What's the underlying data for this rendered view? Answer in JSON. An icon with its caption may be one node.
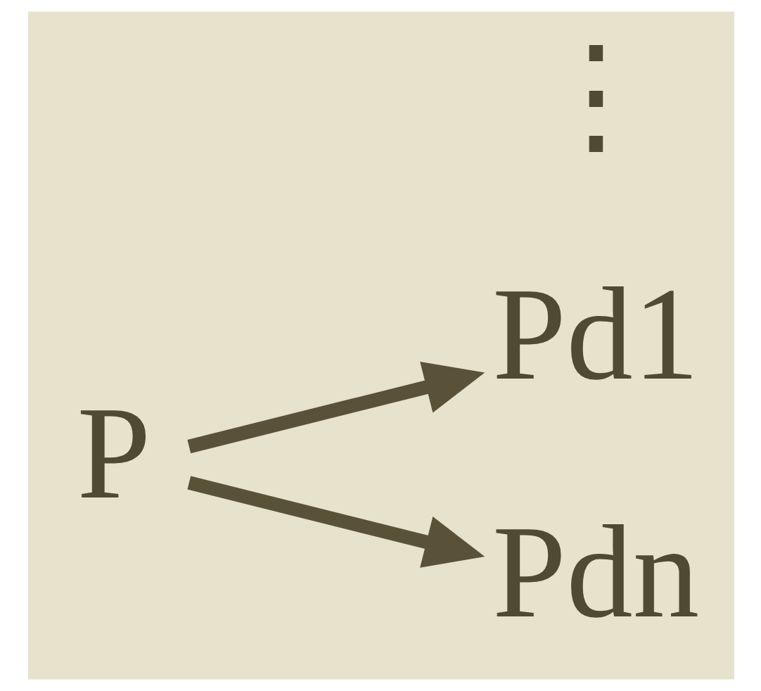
{
  "diagram": {
    "nodes": [
      {
        "text": [
          "P"
        ]
      },
      {
        "text": [
          "Pd1"
        ]
      },
      {
        "text": [
          "Pdn"
        ]
      }
    ],
    "edges": [
      {
        "from": 0,
        "to": 1,
        "arrow": "to"
      },
      {
        "from": 0,
        "to": 2,
        "arrow": "to"
      }
    ],
    "labels": [
      "⋮"
    ]
  }
}
